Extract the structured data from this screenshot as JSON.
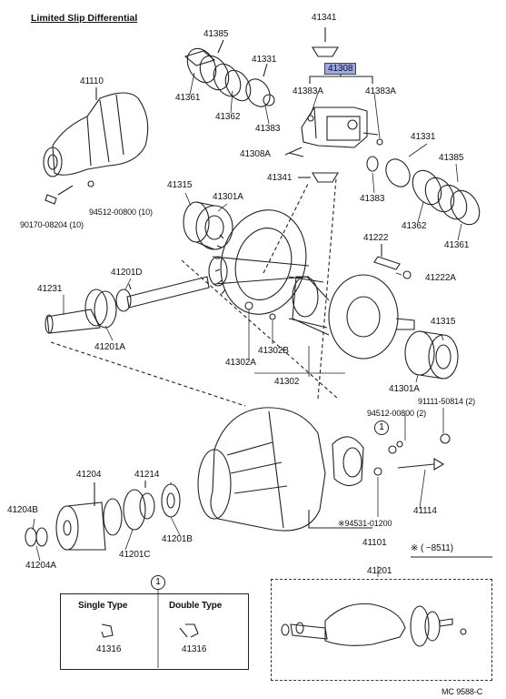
{
  "title": "Limited Slip Differential",
  "parts": {
    "p41341_top": "41341",
    "p41385_top": "41385",
    "p41331_top": "41331",
    "p41308": "41308",
    "p41383a_l": "41383A",
    "p41383a_r": "41383A",
    "p41361_l": "41361",
    "p41362_l": "41362",
    "p41383_l": "41383",
    "p41110": "41110",
    "p41308a": "41308A",
    "p41331_r": "41331",
    "p41385_r": "41385",
    "p41341_mid": "41341",
    "p41383_r": "41383",
    "p41362_r": "41362",
    "p41361_r": "41361",
    "p94512_a": "94512-00800 (10)",
    "p90170": "90170-08204 (10)",
    "p41315_l": "41315",
    "p41301a_l": "41301A",
    "p41222": "41222",
    "p41222a": "41222A",
    "p41201d": "41201D",
    "p41231": "41231",
    "p41201a": "41201A",
    "p41302b": "41302B",
    "p41302a": "41302A",
    "p41302": "41302",
    "p41315_r": "41315",
    "p41301a_r": "41301A",
    "p91111": "91111-50814 (2)",
    "p94512_b": "94512-00800 (2)",
    "p41204": "41204",
    "p41214": "41214",
    "p41204b": "41204B",
    "p41204a": "41204A",
    "p41201c": "41201C",
    "p41201b": "41201B",
    "p94531": "※94531-01200",
    "p41114": "41114",
    "p41101": "41101",
    "p41201_box": "41201",
    "circle1_a": "1",
    "circle1_b": "1",
    "note_range": "※ (       −8511)",
    "single_type": "Single Type",
    "double_type": "Double Type",
    "p41316_a": "41316",
    "p41316_b": "41316",
    "code": "MC 9588-C"
  }
}
